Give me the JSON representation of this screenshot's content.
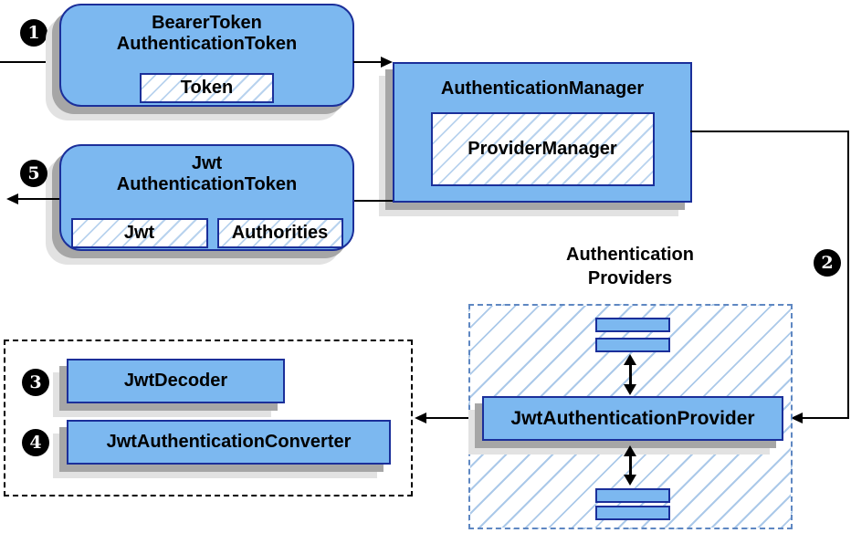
{
  "colors": {
    "node_fill": "#7cb8f0",
    "node_border": "#1b2f9a",
    "shadow_dark": "#a6a6a6",
    "shadow_light": "#e2e2e2",
    "hatch_line": "#abc9e9",
    "providers_dash_border": "#5e87c2",
    "connector": "#000000",
    "badge_fill": "#000000",
    "badge_text": "#ffffff"
  },
  "badges": {
    "step1": "1",
    "step2": "2",
    "step3": "3",
    "step4": "4",
    "step5": "5"
  },
  "nodes": {
    "bearer_token": {
      "title_line1": "BearerToken",
      "title_line2": "AuthenticationToken",
      "field": "Token"
    },
    "authentication_manager": {
      "title": "AuthenticationManager",
      "implementation": "ProviderManager"
    },
    "jwt_authentication_token": {
      "title_line1": "Jwt",
      "title_line2": "AuthenticationToken",
      "fields": [
        "Jwt",
        "Authorities"
      ]
    },
    "jwt_authentication_provider": {
      "title": "JwtAuthenticationProvider"
    },
    "jwt_decoder": {
      "title": "JwtDecoder"
    },
    "jwt_authentication_converter": {
      "title": "JwtAuthenticationConverter"
    }
  },
  "labels": {
    "providers_group_line1": "Authentication",
    "providers_group_line2": "Providers"
  }
}
